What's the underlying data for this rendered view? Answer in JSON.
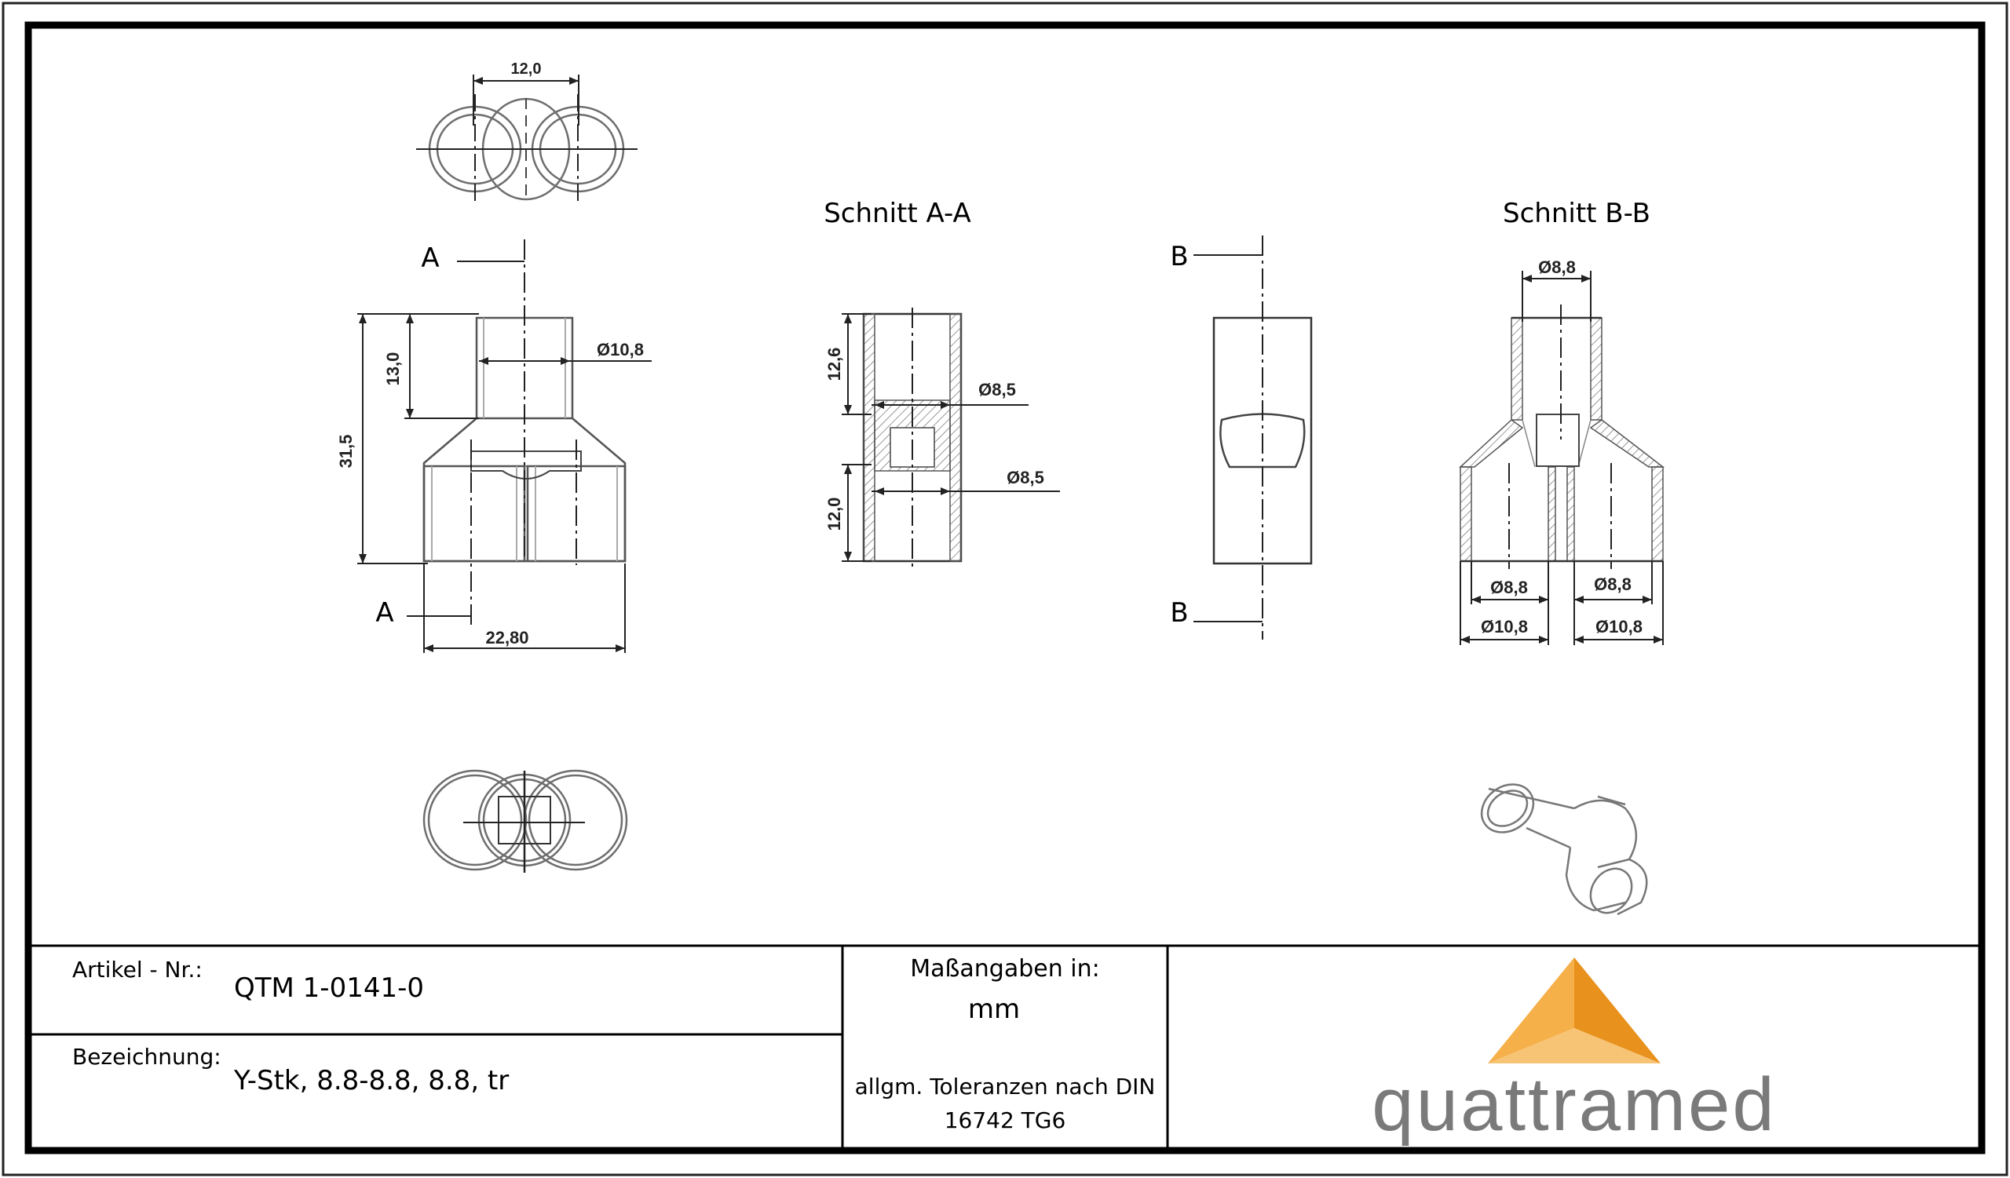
{
  "drawing": {
    "views": {
      "front_section_marks": {
        "a_top": "A",
        "a_bottom": "A",
        "b_top": "B",
        "b_bottom": "B"
      },
      "section_titles": {
        "aa": "Schnitt A-A",
        "bb": "Schnitt B-B"
      }
    },
    "dimensions": {
      "top_spacing": "12,0",
      "height_upper": "13,0",
      "height_total": "31,5",
      "diameter_outer": "Ø10,8",
      "width_total": "22,80",
      "aa_upper": "12,6",
      "aa_lower": "12,0",
      "aa_dia_1": "Ø8,5",
      "aa_dia_2": "Ø8,5",
      "bb_top_dia": "Ø8,8",
      "bb_inner_left": "Ø8,8",
      "bb_inner_right": "Ø8,8",
      "bb_outer_left": "Ø10,8",
      "bb_outer_right": "Ø10,8"
    }
  },
  "title_block": {
    "article_label": "Artikel - Nr.:",
    "article_value": "QTM 1-0141-0",
    "designation_label": "Bezeichnung:",
    "designation_value": "Y-Stk, 8.8-8.8, 8.8, tr",
    "units_label": "Maßangaben in:",
    "units_value": "mm",
    "tolerance_line1": "allgm. Toleranzen nach DIN",
    "tolerance_line2": "16742 TG6",
    "logo_text": "quattramed",
    "logo_colors": {
      "dark": "#e8911c",
      "light": "#f7c374",
      "text": "#7a7a7a"
    }
  }
}
